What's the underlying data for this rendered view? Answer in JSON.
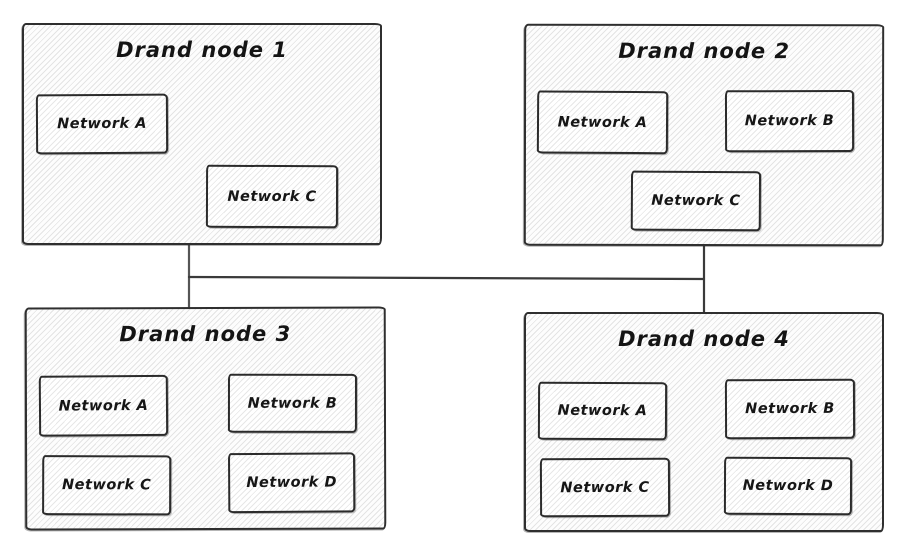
{
  "diagram": {
    "nodes": [
      {
        "title": "Drand node 1",
        "networks": [
          "Network A",
          "Network C"
        ]
      },
      {
        "title": "Drand node 2",
        "networks": [
          "Network A",
          "Network B",
          "Network C"
        ]
      },
      {
        "title": "Drand node 3",
        "networks": [
          "Network A",
          "Network B",
          "Network C",
          "Network D"
        ]
      },
      {
        "title": "Drand node 4",
        "networks": [
          "Network A",
          "Network B",
          "Network C",
          "Network D"
        ]
      }
    ],
    "connections": [
      {
        "from": "Drand node 1",
        "to": "Drand node 3"
      },
      {
        "from": "Drand node 2",
        "to": "Drand node 4"
      },
      {
        "from": "Drand node 1",
        "to": "Drand node 2"
      }
    ],
    "colors": {
      "stroke": "#2f2f2f",
      "connector": "#4a4a4a",
      "hatch": "#e4e4e4",
      "background": "#ffffff"
    }
  }
}
